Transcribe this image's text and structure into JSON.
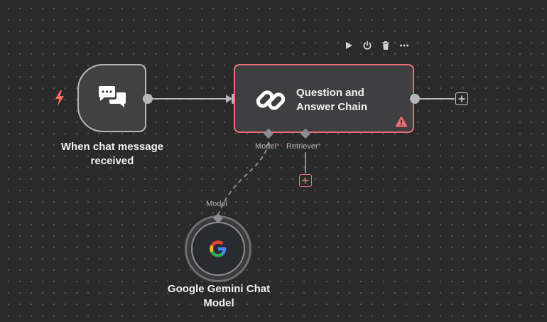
{
  "toolbar": {
    "icons": [
      "play-icon",
      "power-icon",
      "trash-icon",
      "more-icon"
    ]
  },
  "nodes": {
    "trigger": {
      "label_line1": "When chat message",
      "label_line2": "received",
      "icon": "chat-bubbles-icon",
      "trigger_icon": "bolt-icon"
    },
    "chain": {
      "title_line1": "Question and",
      "title_line2": "Answer Chain",
      "icon": "link-icon",
      "status_icon": "warning-icon"
    },
    "model": {
      "label_line1": "Google Gemini Chat",
      "label_line2": "Model",
      "icon": "google-g-icon",
      "port_label": "Model"
    }
  },
  "ports": {
    "model": {
      "label": "Model",
      "required": "*"
    },
    "retriever": {
      "label": "Retriever",
      "required": "*"
    }
  },
  "colors": {
    "canvas": "#2a2a2a",
    "error_accent": "#ea6f74",
    "trigger_accent": "#ff6d5a",
    "node_fill": "#414141",
    "edge": "#b7b7bb"
  }
}
